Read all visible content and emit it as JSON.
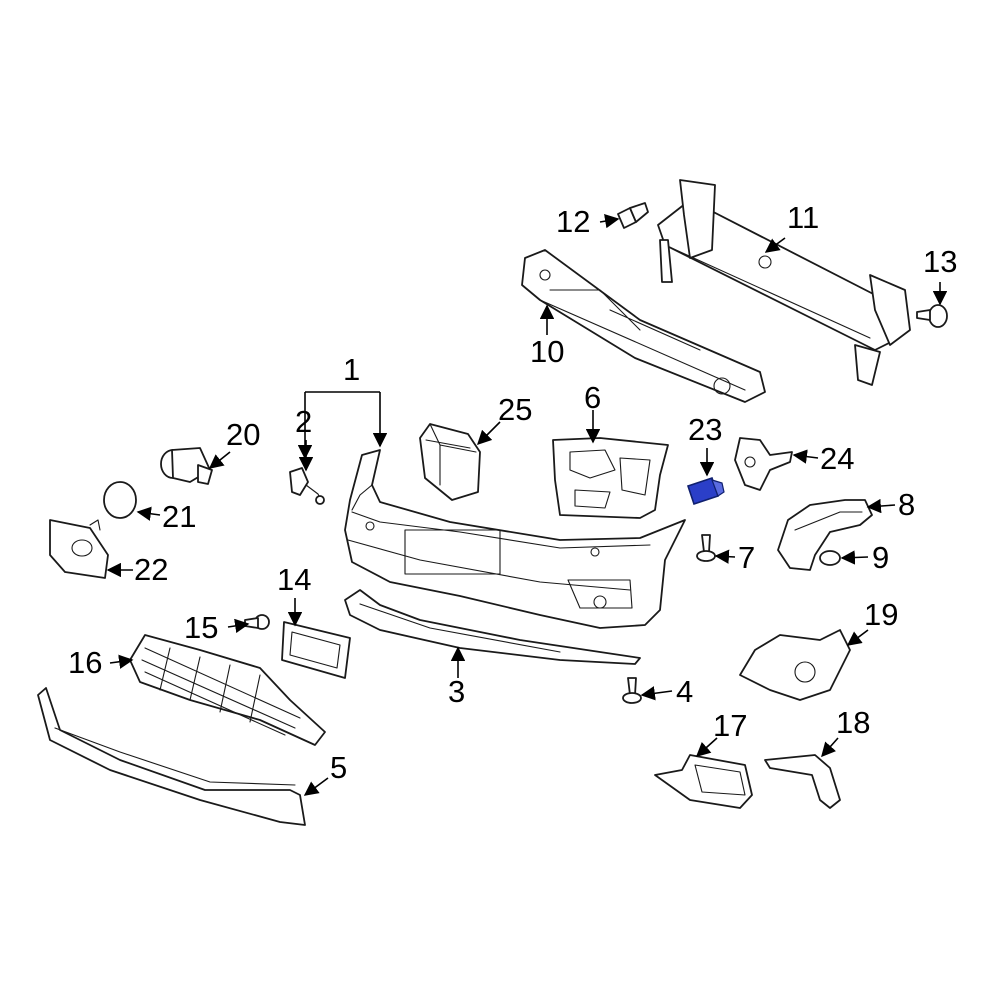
{
  "colors": {
    "background": "#ffffff",
    "linework": "#1a1a1a",
    "highlight": "#2b3fc8"
  },
  "callouts": {
    "c1": "1",
    "c2": "2",
    "c3": "3",
    "c4": "4",
    "c5": "5",
    "c6": "6",
    "c7": "7",
    "c8": "8",
    "c9": "9",
    "c10": "10",
    "c11": "11",
    "c12": "12",
    "c13": "13",
    "c14": "14",
    "c15": "15",
    "c16": "16",
    "c17": "17",
    "c18": "18",
    "c19": "19",
    "c20": "20",
    "c21": "21",
    "c22": "22",
    "c23": "23",
    "c24": "24",
    "c25": "25"
  },
  "highlighted_part": "23"
}
